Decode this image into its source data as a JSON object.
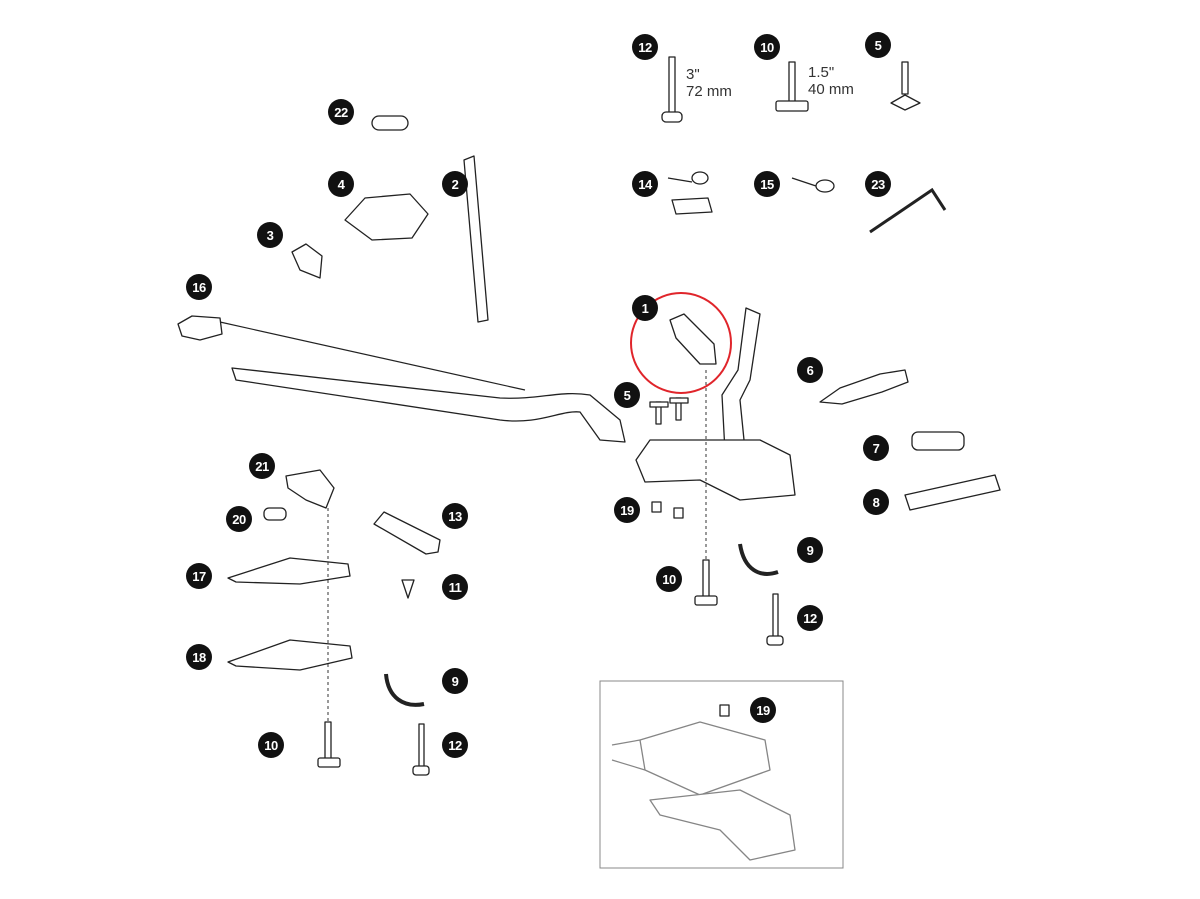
{
  "callouts": [
    "12",
    "10",
    "5",
    "22",
    "4",
    "2",
    "3",
    "14",
    "15",
    "23",
    "16",
    "1",
    "6",
    "5",
    "7",
    "21",
    "8",
    "13",
    "20",
    "19",
    "9",
    "17",
    "10",
    "11",
    "12",
    "18",
    "9",
    "19",
    "10",
    "12"
  ],
  "dimensions": {
    "bolt_12_inch": "3\"",
    "bolt_12_mm": "72 mm",
    "bolt_10_inch": "1.5\"",
    "bolt_10_mm": "40 mm"
  },
  "highlight": {
    "part": "1",
    "color": "#e0252b"
  }
}
